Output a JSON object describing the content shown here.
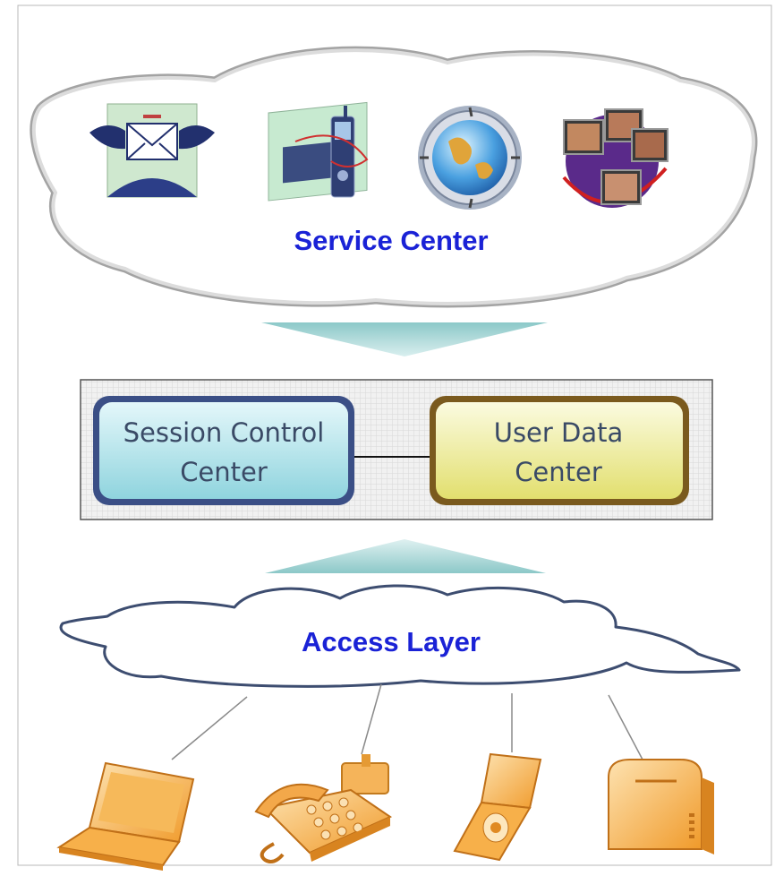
{
  "service_center": {
    "label": "Service Center",
    "icons": [
      "mail-icon",
      "mobile-phone-icon",
      "globe-icon",
      "video-conference-icon"
    ]
  },
  "core": {
    "session_control": {
      "line1": "Session Control",
      "line2": "Center",
      "color": "#a9e0ea"
    },
    "user_data": {
      "line1": "User Data",
      "line2": "Center",
      "color": "#e8e68a"
    }
  },
  "access_layer": {
    "label": "Access Layer",
    "devices": [
      "laptop-icon",
      "desk-phone-icon",
      "flip-phone-icon",
      "modem-icon"
    ]
  },
  "colors": {
    "label_blue": "#1a22d6",
    "arrow_teal": "#9fcccc",
    "device_orange": "#f4a742"
  }
}
